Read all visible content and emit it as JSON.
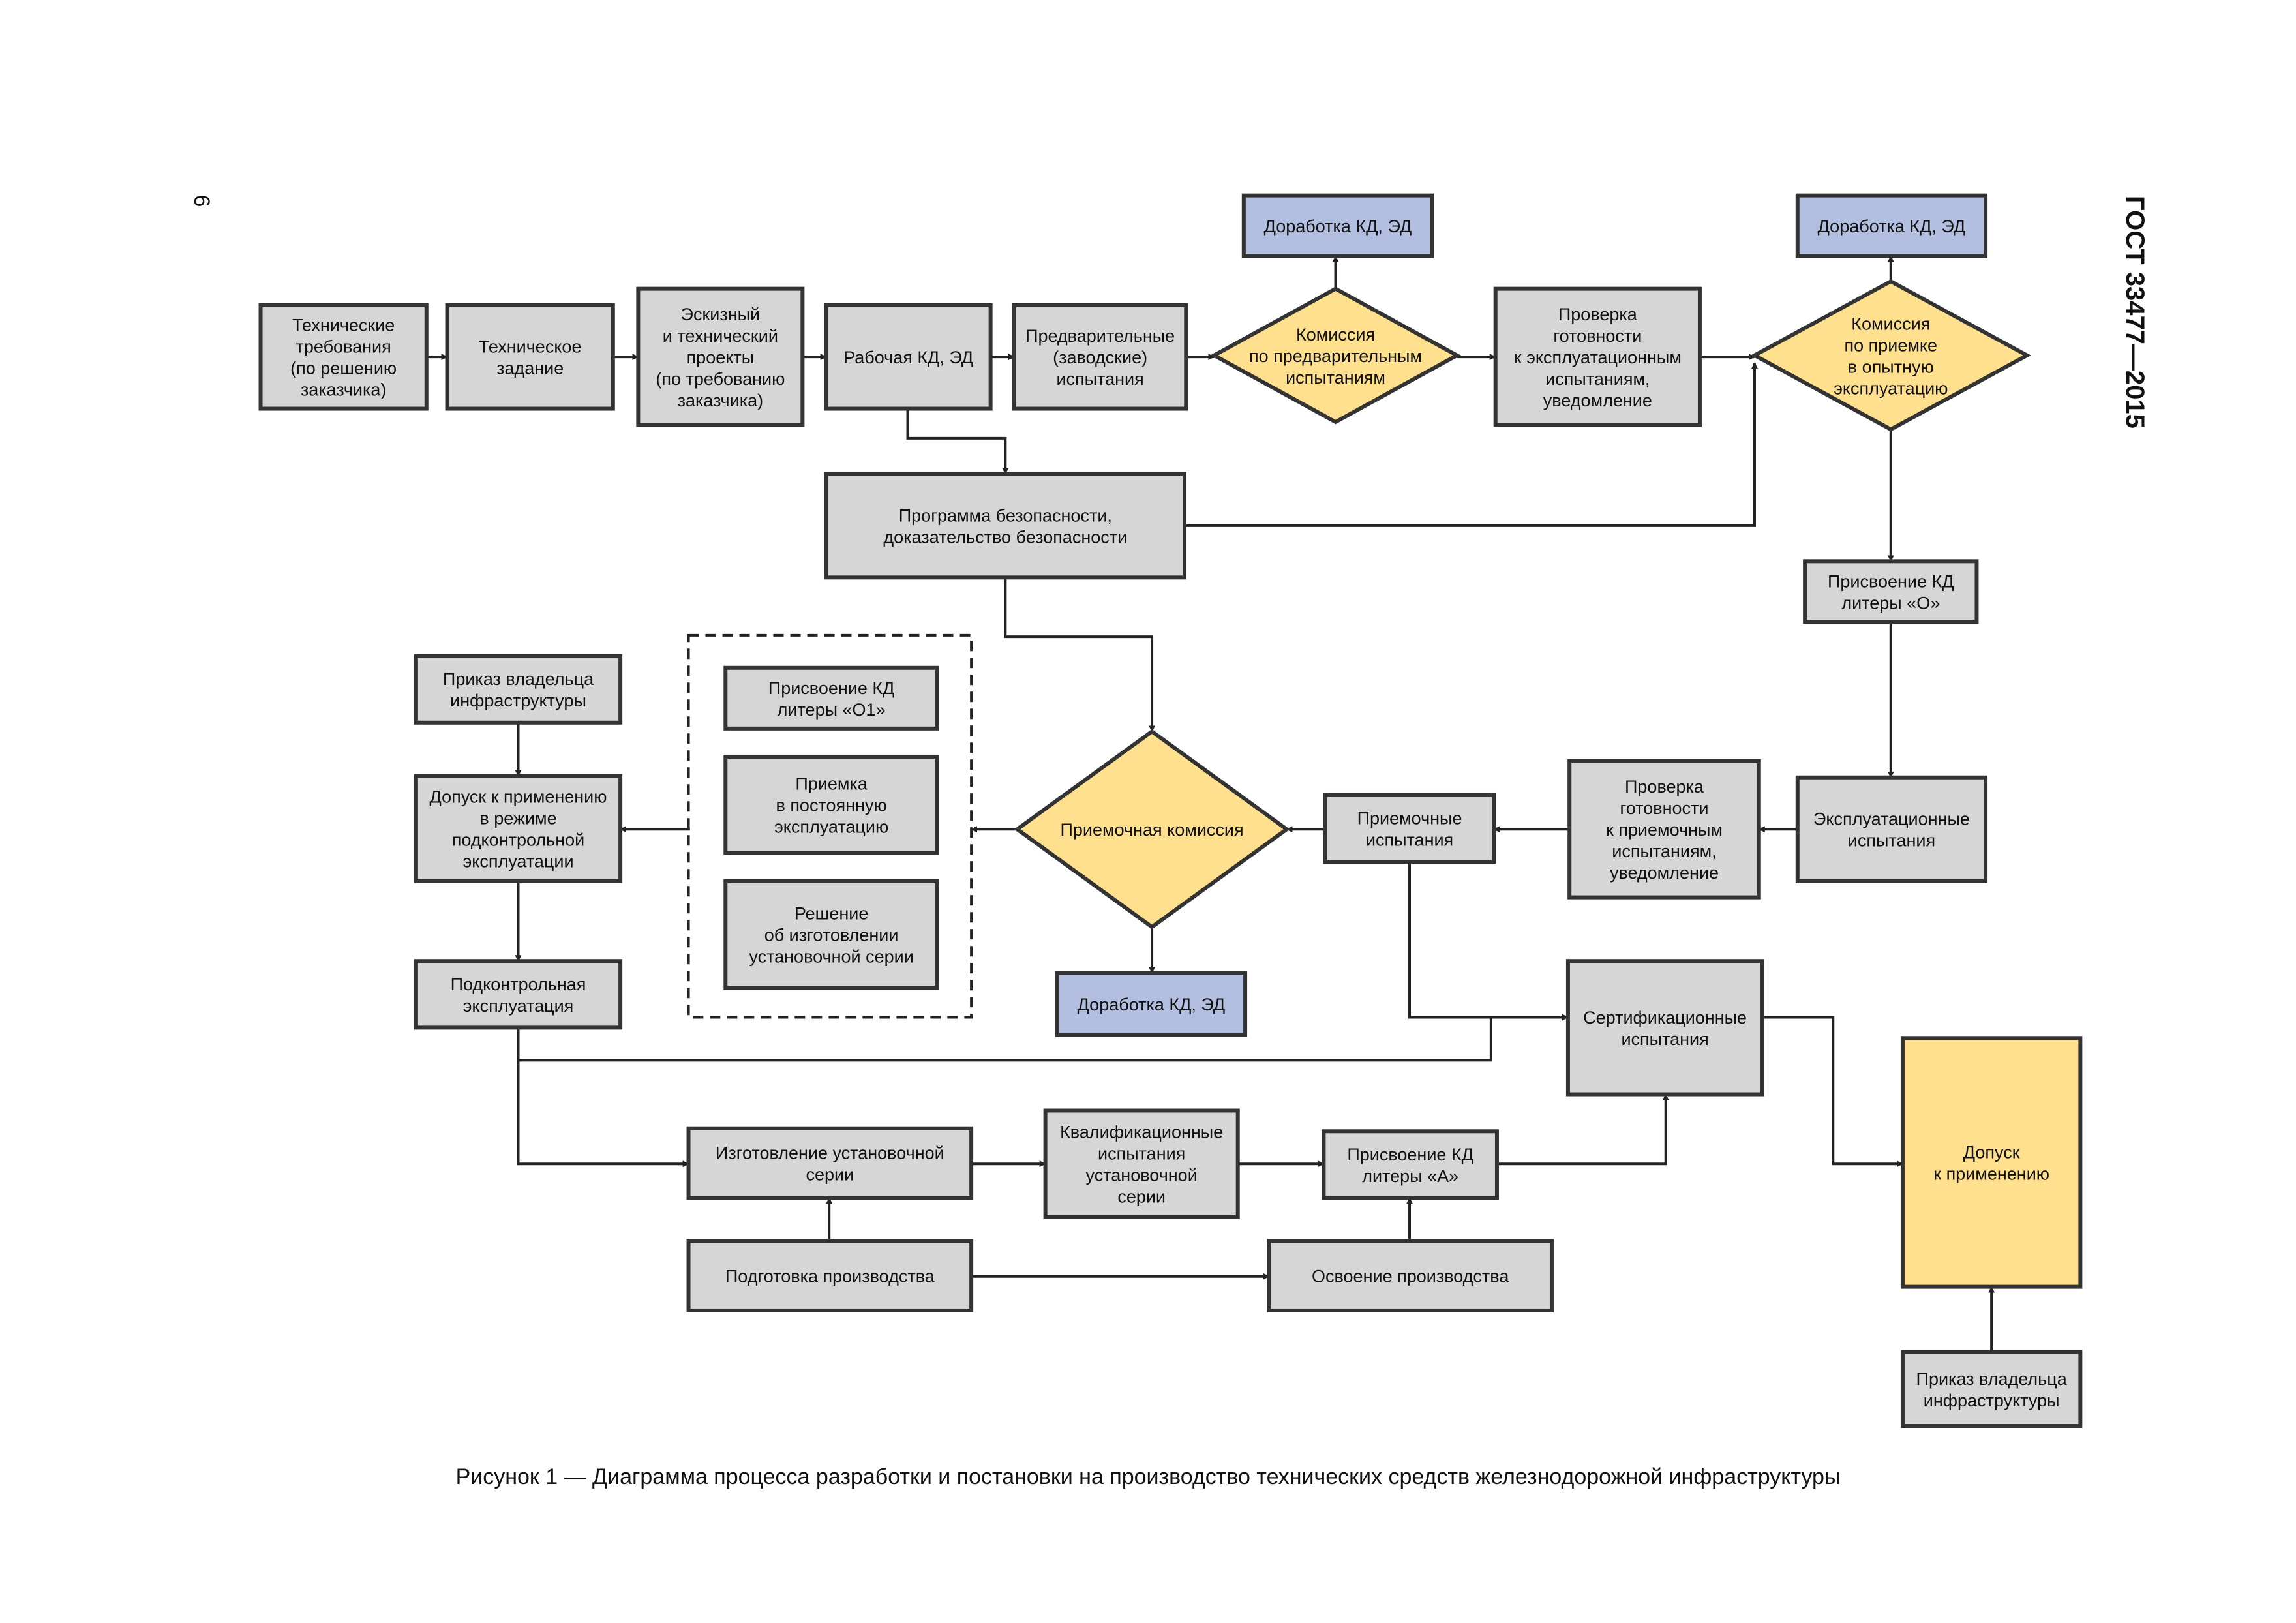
{
  "page_number": "6",
  "standard": "ГОСТ  33477—2015",
  "caption": "Рисунок 1 — Диаграмма процесса разработки и постановки на производство технических средств железнодорожной  инфраструктуры",
  "colors": {
    "process": "#d6d6d6",
    "decision": "#ffe08f",
    "rework": "#b3bfe0",
    "final": "#ffe08f",
    "border": "#333333"
  },
  "nodes": {
    "tech_req": [
      "Технические",
      "требования",
      "(по решению",
      "заказчика)"
    ],
    "tech_task": [
      "Техническое",
      "задание"
    ],
    "sketch": [
      "Эскизный",
      "и технический",
      "проекты",
      "(по требованию",
      "заказчика)"
    ],
    "working_kd": [
      "Рабочая КД, ЭД"
    ],
    "preliminary_tests": [
      "Предварительные",
      "(заводские)",
      "испытания"
    ],
    "commission_prelim": [
      "Комиссия",
      "по предварительным",
      "испытаниям"
    ],
    "rework_1": [
      "Доработка КД, ЭД"
    ],
    "readiness_check_1": [
      "Проверка",
      "готовности",
      "к эксплуатационным",
      "испытаниям,",
      "уведомление"
    ],
    "commission_trial": [
      "Комиссия",
      "по приемке",
      "в опытную",
      "эксплуатацию"
    ],
    "rework_2": [
      "Доработка КД, ЭД"
    ],
    "safety_program": [
      "Программа безопасности,",
      "доказательство безопасности"
    ],
    "assign_o": [
      "Присвоение КД",
      "литеры «О»"
    ],
    "operational_tests": [
      "Эксплуатационные",
      "испытания"
    ],
    "readiness_check_2": [
      "Проверка",
      "готовности",
      "к приемочным",
      "испытаниям,",
      "уведомление"
    ],
    "acceptance_tests": [
      "Приемочные",
      "испытания"
    ],
    "acceptance_commission": [
      "Приемочная комиссия"
    ],
    "rework_3": [
      "Доработка КД, ЭД"
    ],
    "assign_o1": [
      "Присвоение КД",
      "литеры «О1»"
    ],
    "accept_permanent": [
      "Приемка",
      "в постоянную",
      "эксплуатацию"
    ],
    "decision_series": [
      "Решение",
      "об изготовлении",
      "установочной серии"
    ],
    "owner_order_1": [
      "Приказ владельца",
      "инфраструктуры"
    ],
    "admission_controlled": [
      "Допуск к применению",
      "в режиме",
      "подконтрольной",
      "эксплуатации"
    ],
    "controlled_operation": [
      "Подконтрольная",
      "эксплуатация"
    ],
    "certification_tests": [
      "Сертификационные",
      "испытания"
    ],
    "manufacture_series": [
      "Изготовление установочной",
      "серии"
    ],
    "qualification_tests": [
      "Квалификационные",
      "испытания",
      "установочной",
      "серии"
    ],
    "assign_a": [
      "Присвоение КД",
      "литеры «А»"
    ],
    "production_prep": [
      "Подготовка производства"
    ],
    "production_mastering": [
      "Освоение производства"
    ],
    "admission_final": [
      "Допуск",
      "к применению"
    ],
    "owner_order_2": [
      "Приказ владельца",
      "инфраструктуры"
    ]
  }
}
